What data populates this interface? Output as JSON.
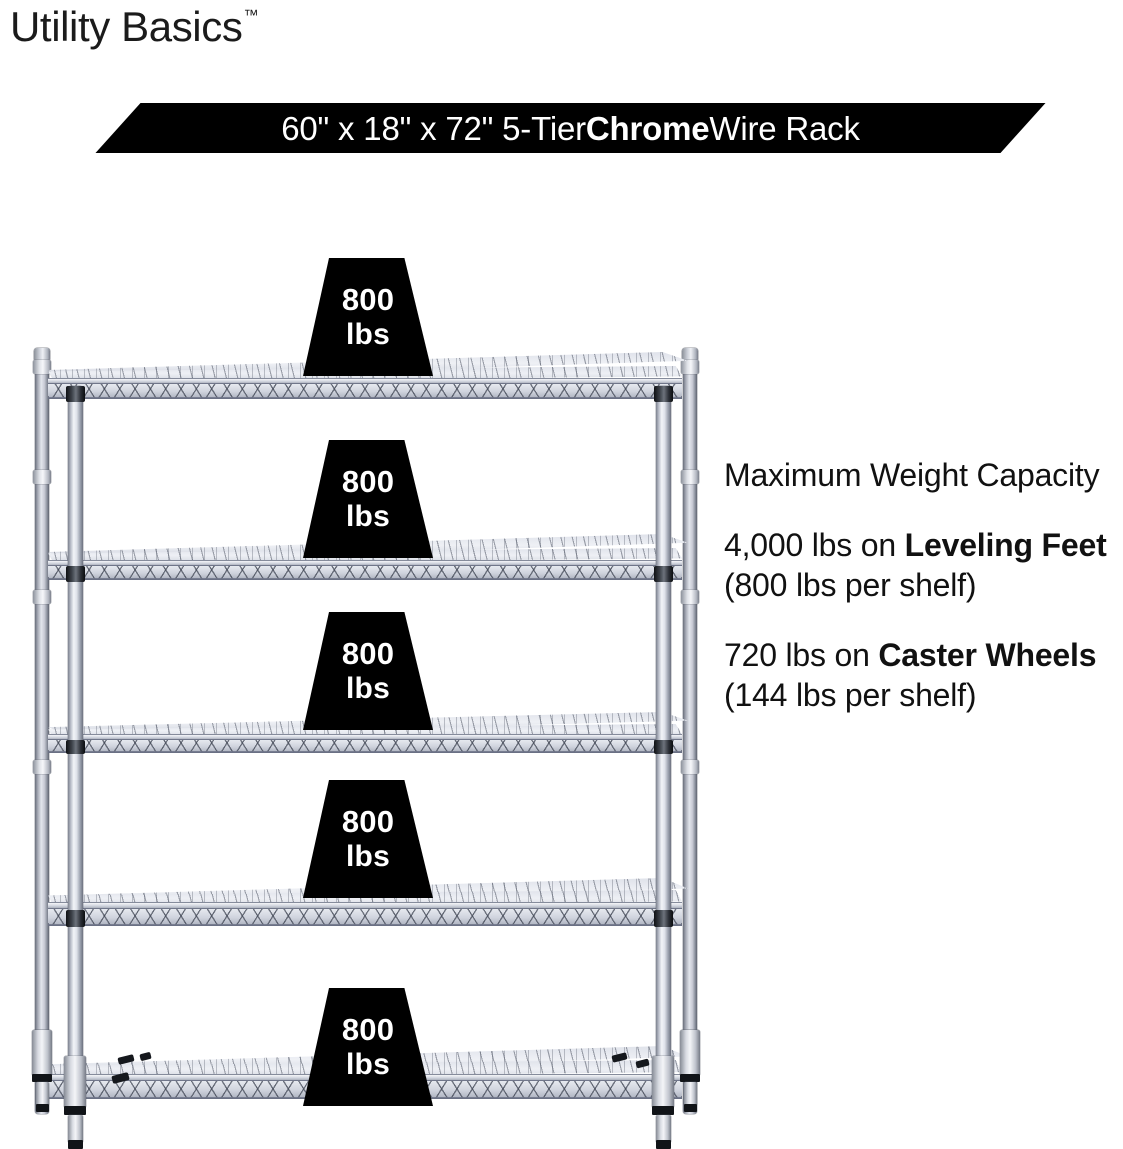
{
  "brand": {
    "name": "Utility Basics",
    "trademark": "™"
  },
  "banner": {
    "text_pre": "60\" x 18\" x 72\" 5-Tier ",
    "text_bold": "Chrome",
    "text_post": " Wire Rack",
    "full_text": "60\" x 18\" x 72\" 5-Tier Chrome Wire Rack",
    "background_color": "#000000",
    "text_color": "#ffffff"
  },
  "callout": {
    "heading": "Maximum Weight Capacity",
    "lines": [
      {
        "pre": "4,000 lbs on ",
        "bold": "Leveling Feet",
        "post": " (800 lbs per shelf)",
        "full": "4,000 lbs on Leveling Feet (800 lbs per shelf)"
      },
      {
        "pre": "720 lbs on ",
        "bold": "Caster Wheels",
        "post": " (144 lbs per shelf)",
        "full": "720 lbs on Caster Wheels (144 lbs per shelf)"
      }
    ]
  },
  "product": {
    "type": "5-tier chrome wire shelving rack",
    "shelf_count": 5,
    "width_in": 60,
    "depth_in": 18,
    "height_in": 72,
    "finish": "Chrome",
    "feet_type": "Leveling Feet",
    "chrome_light": "#eef0f5",
    "chrome_mid": "#cfd3dd",
    "chrome_dark": "#6e7488",
    "collar_color": "#15181d"
  },
  "badges": [
    {
      "number": "800",
      "unit": "lbs"
    },
    {
      "number": "800",
      "unit": "lbs"
    },
    {
      "number": "800",
      "unit": "lbs"
    },
    {
      "number": "800",
      "unit": "lbs"
    },
    {
      "number": "800",
      "unit": "lbs"
    }
  ]
}
